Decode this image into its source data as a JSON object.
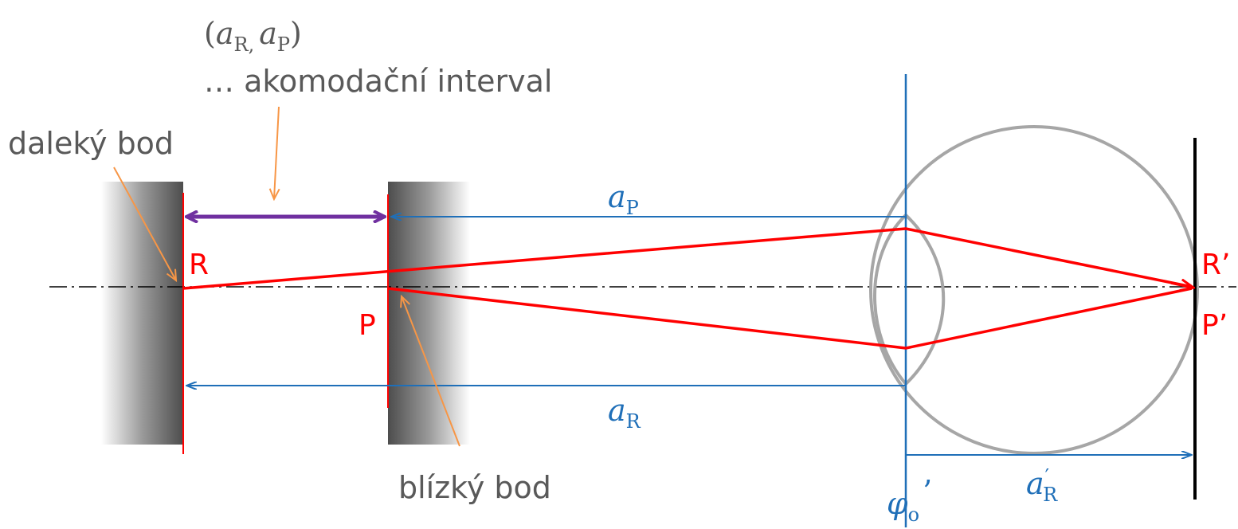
{
  "labels": {
    "interval_open": "(",
    "interval_aR_var": "a",
    "interval_aR_sub": "R",
    "interval_comma": ",",
    "interval_aP_var": "a",
    "interval_aP_sub": "P",
    "interval_close": ")",
    "interval_text": "… akomodační interval",
    "far_point": "daleký bod",
    "near_point": "blízký bod",
    "R": "R",
    "P": "P",
    "R_prime": "R’",
    "P_prime": "P’",
    "aP_var": "a",
    "aP_sub": "P",
    "aR_var": "a",
    "aR_sub": "R",
    "aRprime_var": "a",
    "aRprime_prime": "′",
    "aRprime_sub": "R",
    "phi_var": "φ",
    "phi_sub": "o",
    "phi_prime": "’"
  },
  "colors": {
    "red": "#ff0000",
    "blue": "#1f6fb8",
    "purple": "#7030a0",
    "orange": "#f79646",
    "gray_circle": "#a6a6a6",
    "text_gray": "#595959"
  }
}
